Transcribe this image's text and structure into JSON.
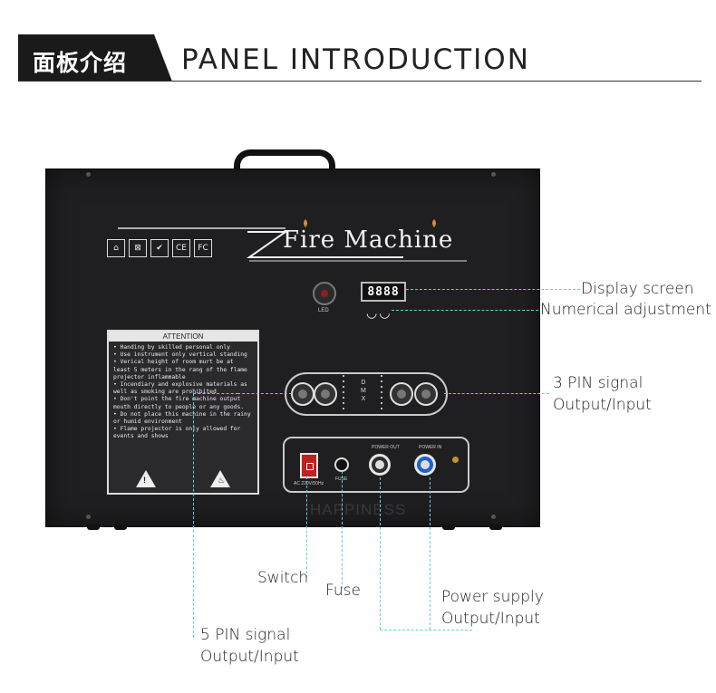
{
  "header": {
    "title_cn": "面板介绍",
    "title_en": "PANEL INTRODUCTION"
  },
  "machine": {
    "brand": "Fire Machine",
    "cert_icons": [
      "house-icon",
      "weee-icon",
      "rohs-icon",
      "ce-icon",
      "fcc-icon"
    ],
    "cert_labels": [
      "⌂",
      "⊠",
      "✔",
      "CE",
      "FC"
    ],
    "led_label": "LED",
    "display_value": "8888",
    "knob_glyphs": "◡◡",
    "dmx_label": "D\nM\nX",
    "attention_title": "ATTENTION",
    "attention_text": "• Handing by skilled personal only\n• Use instrument only vertical standing\n• Verical height of room murt be at least 5 meters in the rang of the flame projector inflammable\n• Incendiary and explosive materials as well as smoking are prohibited\n• Don't point the fire machine output mouth directly to people or any goods.\n• Do not place this machine in the rainy or humid environment\n• Flame projector is only allowed for events and shows",
    "switch_label": "AC 220V/50Hz",
    "fuse_label": "FUSE",
    "power_out_label": "POWER OUT",
    "power_in_label": "POWER IN",
    "watermark": "HAPPINESS",
    "accent_color": "#5fd0e0",
    "switch_color": "#c0201e",
    "power_in_color": "#1f5fc9"
  },
  "callouts": {
    "display_screen": "Display screen",
    "numerical_adjustment": "Numerical adjustment",
    "signal_3pin_1": "3 PIN signal",
    "signal_3pin_2": "Output/Input",
    "switch": "Switch",
    "fuse": "Fuse",
    "power_1": "Power supply",
    "power_2": "Output/Input",
    "signal_5pin_1": "5 PIN signal",
    "signal_5pin_2": "Output/Input"
  }
}
